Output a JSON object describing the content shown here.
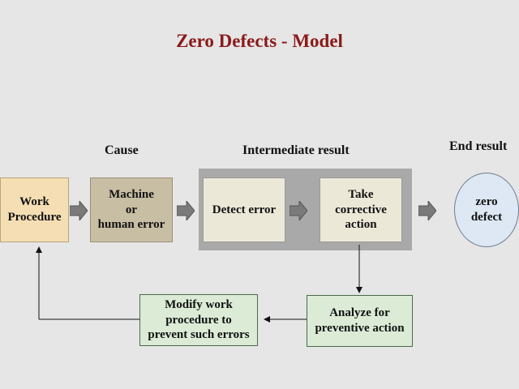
{
  "title": "Zero Defects - Model",
  "headers": {
    "cause": "Cause",
    "intermediate": "Intermediate result",
    "end": "End result"
  },
  "nodes": {
    "work_procedure": [
      "Work",
      "Procedure"
    ],
    "machine_error": [
      "Machine",
      "or",
      "human error"
    ],
    "detect_error": [
      "Detect error"
    ],
    "take_action": [
      "Take",
      "corrective",
      "action"
    ],
    "zero_defect": [
      "zero",
      "defect"
    ],
    "analyze": [
      "Analyze for",
      "preventive action"
    ],
    "modify": [
      "Modify work",
      "procedure to",
      "prevent such errors"
    ]
  },
  "colors": {
    "title": "#8b1a1a",
    "work_fill": "#f5deb3",
    "machine_fill": "#c8bea4",
    "beige_fill": "#ece8d8",
    "green_fill": "#dcebd6",
    "circle_fill": "#dde8f4",
    "panel": "#a9a9a9"
  }
}
